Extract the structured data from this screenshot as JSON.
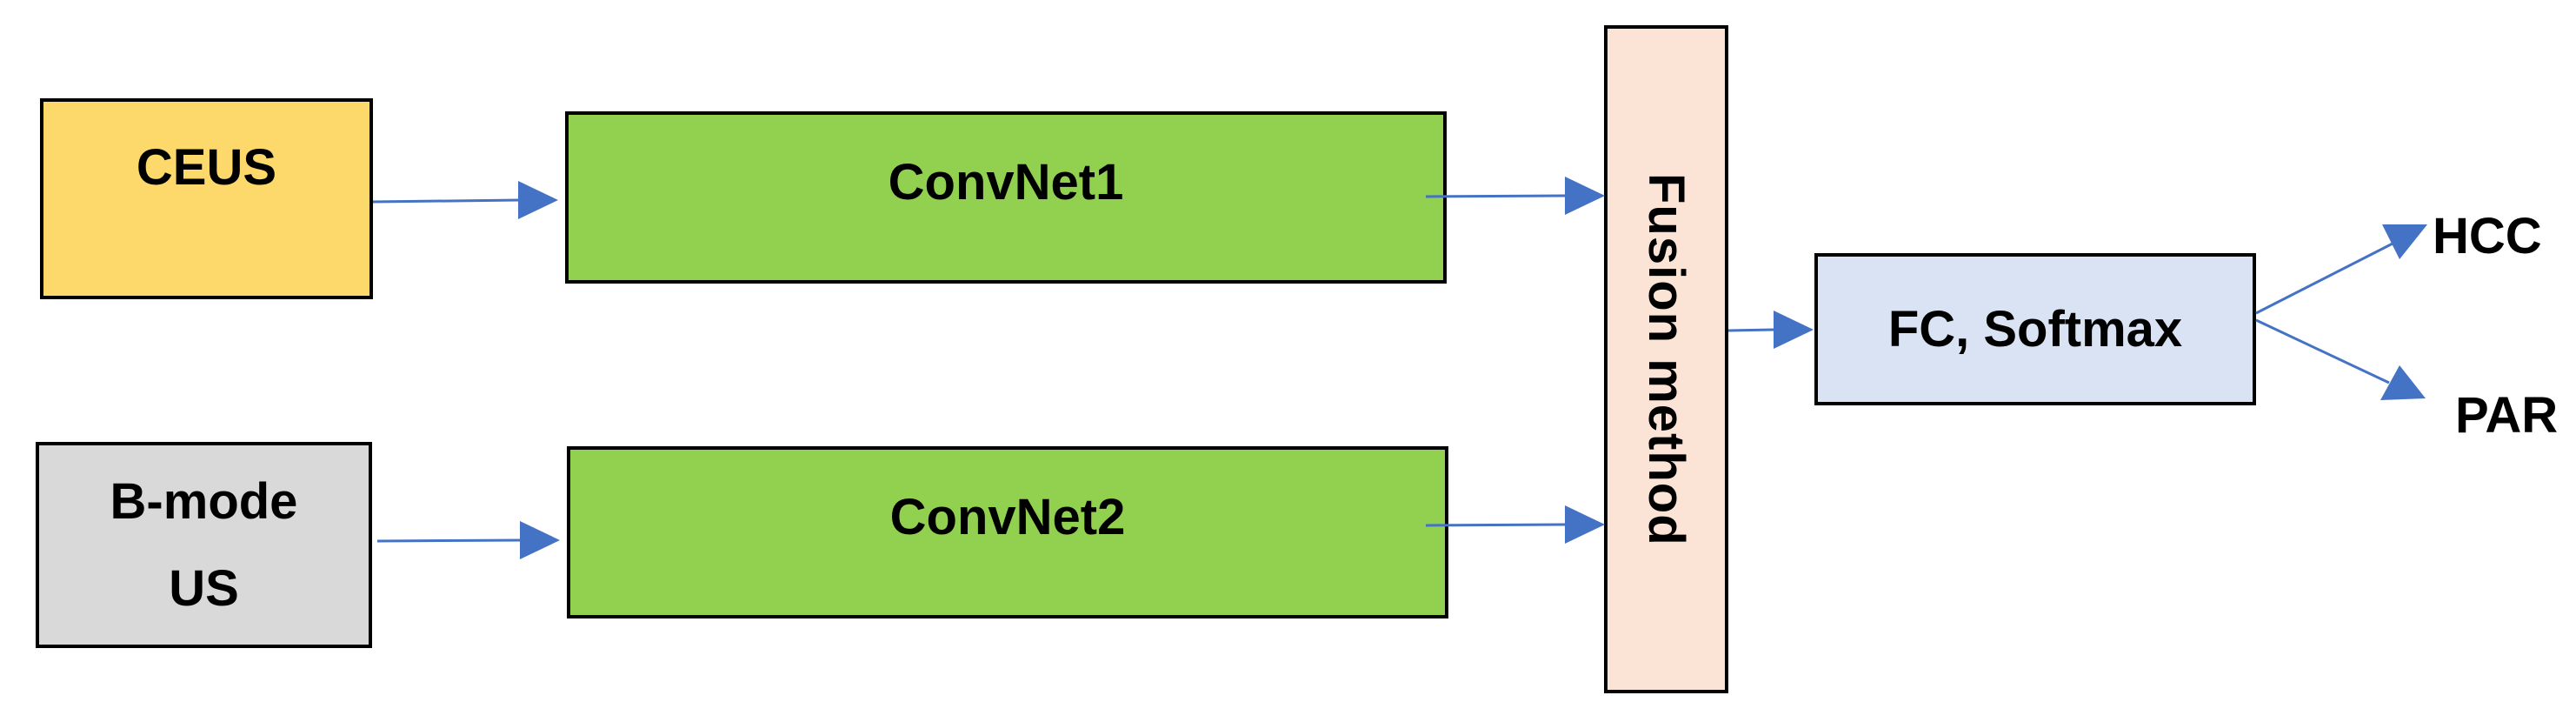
{
  "diagram": {
    "inputs": {
      "ceus": "CEUS",
      "bmode_line1": "B-mode",
      "bmode_line2": "US"
    },
    "networks": {
      "convnet1": "ConvNet1",
      "convnet2": "ConvNet2"
    },
    "fusion": "Fusion method",
    "classifier": "FC, Softmax",
    "outputs": {
      "hcc": "HCC",
      "par": "PAR"
    }
  },
  "colors": {
    "ceus_fill": "#FDD86A",
    "bmode_fill": "#D9D9D9",
    "convnet_fill": "#92D050",
    "fusion_fill": "#FBE4D6",
    "classifier_fill": "#DAE3F3",
    "arrow": "#4472C4",
    "border": "#000000"
  }
}
